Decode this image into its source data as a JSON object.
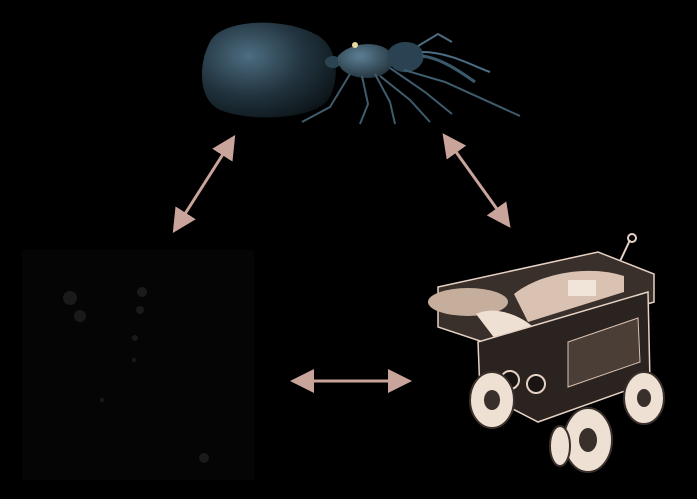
{
  "diagram": {
    "nodes": [
      {
        "id": "ant",
        "depicts": "honeypot-ant-icon"
      },
      {
        "id": "field",
        "depicts": "dark-field-image"
      },
      {
        "id": "robot",
        "depicts": "wheeled-rover-robot-icon"
      }
    ],
    "edges": [
      {
        "from": "ant",
        "to": "field",
        "style": "bidirectional"
      },
      {
        "from": "ant",
        "to": "robot",
        "style": "bidirectional"
      },
      {
        "from": "field",
        "to": "robot",
        "style": "bidirectional"
      }
    ],
    "colors": {
      "background": "#000000",
      "arrow": "#c9a49a",
      "ant_body": "#1c2a33",
      "ant_highlight": "#4d6d82",
      "robot_light": "#e6d2c4",
      "robot_dark": "#3a302b",
      "field_speck": "#1a1a1a"
    }
  }
}
